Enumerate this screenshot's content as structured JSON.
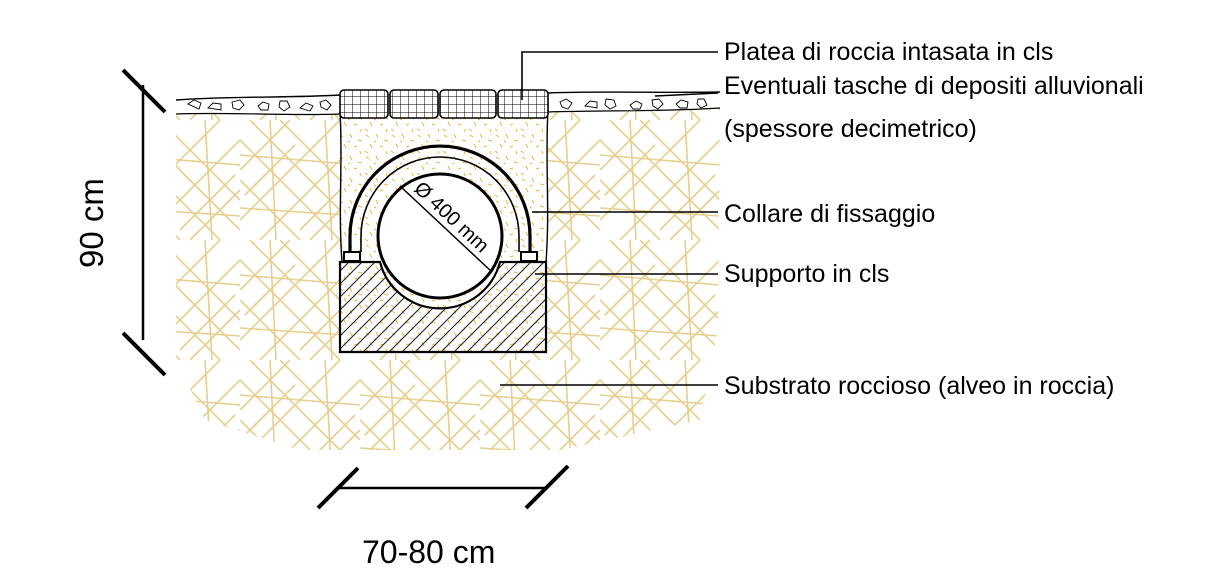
{
  "labels": {
    "platea": "Platea di roccia intasata in cls",
    "tasche": "Eventuali tasche di depositi alluvionali",
    "spessore": "(spessore decimetrico)",
    "collare": "Collare di fissaggio",
    "supporto": "Supporto in cls",
    "substrato": "Substrato roccioso (alveo in roccia)"
  },
  "dimensions": {
    "height": "90 cm",
    "width": "70-80 cm",
    "pipe_diameter": "Ø 400 mm"
  },
  "colors": {
    "rock_hatch": "#e6cf8e",
    "fill_speckle": "#e8b445",
    "line": "#000000"
  }
}
